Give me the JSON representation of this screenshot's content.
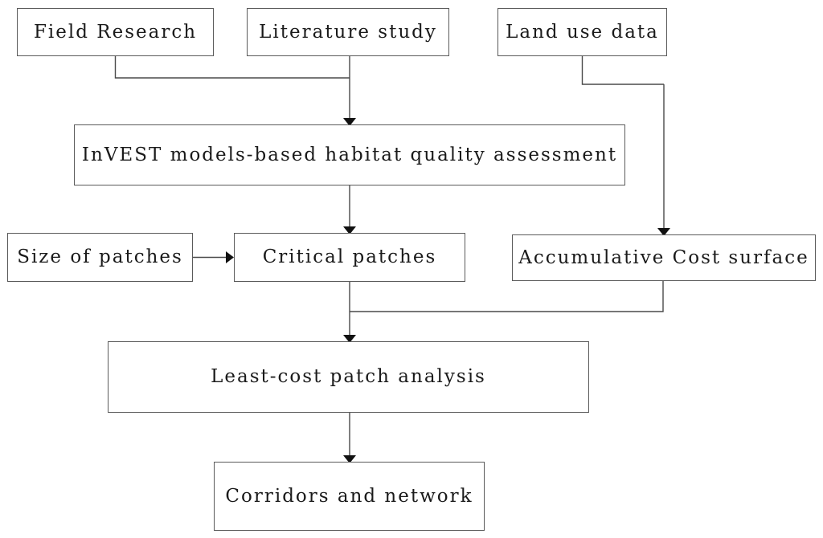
{
  "diagram": {
    "title": "Research methodology flowchart",
    "background_color": "#ffffff",
    "line_color": "#4a4a4a",
    "box_border_color": "#5a5a5a",
    "text_color": "#1a1a1a",
    "nodes": [
      {
        "id": "field-research",
        "label": "Field Research"
      },
      {
        "id": "literature-study",
        "label": "Literature study"
      },
      {
        "id": "land-use-data",
        "label": "Land use data"
      },
      {
        "id": "invest-assessment",
        "label": "InVEST models-based habitat quality assessment"
      },
      {
        "id": "size-of-patches",
        "label": "Size of patches"
      },
      {
        "id": "critical-patches",
        "label": "Critical patches"
      },
      {
        "id": "accumulative-cost",
        "label": "Accumulative Cost surface"
      },
      {
        "id": "least-cost",
        "label": "Least-cost patch analysis"
      },
      {
        "id": "corridors-network",
        "label": "Corridors and network"
      }
    ],
    "edges": [
      {
        "from": "field-research",
        "to": "invest-assessment",
        "arrow": false
      },
      {
        "from": "literature-study",
        "to": "invest-assessment",
        "arrow": true
      },
      {
        "from": "land-use-data",
        "to": "invest-assessment",
        "arrow": false
      },
      {
        "from": "land-use-data",
        "to": "accumulative-cost",
        "arrow": true
      },
      {
        "from": "invest-assessment",
        "to": "critical-patches",
        "arrow": true
      },
      {
        "from": "size-of-patches",
        "to": "critical-patches",
        "arrow": true
      },
      {
        "from": "critical-patches",
        "to": "least-cost",
        "arrow": true
      },
      {
        "from": "accumulative-cost",
        "to": "least-cost",
        "arrow": false
      },
      {
        "from": "least-cost",
        "to": "corridors-network",
        "arrow": true
      }
    ]
  }
}
